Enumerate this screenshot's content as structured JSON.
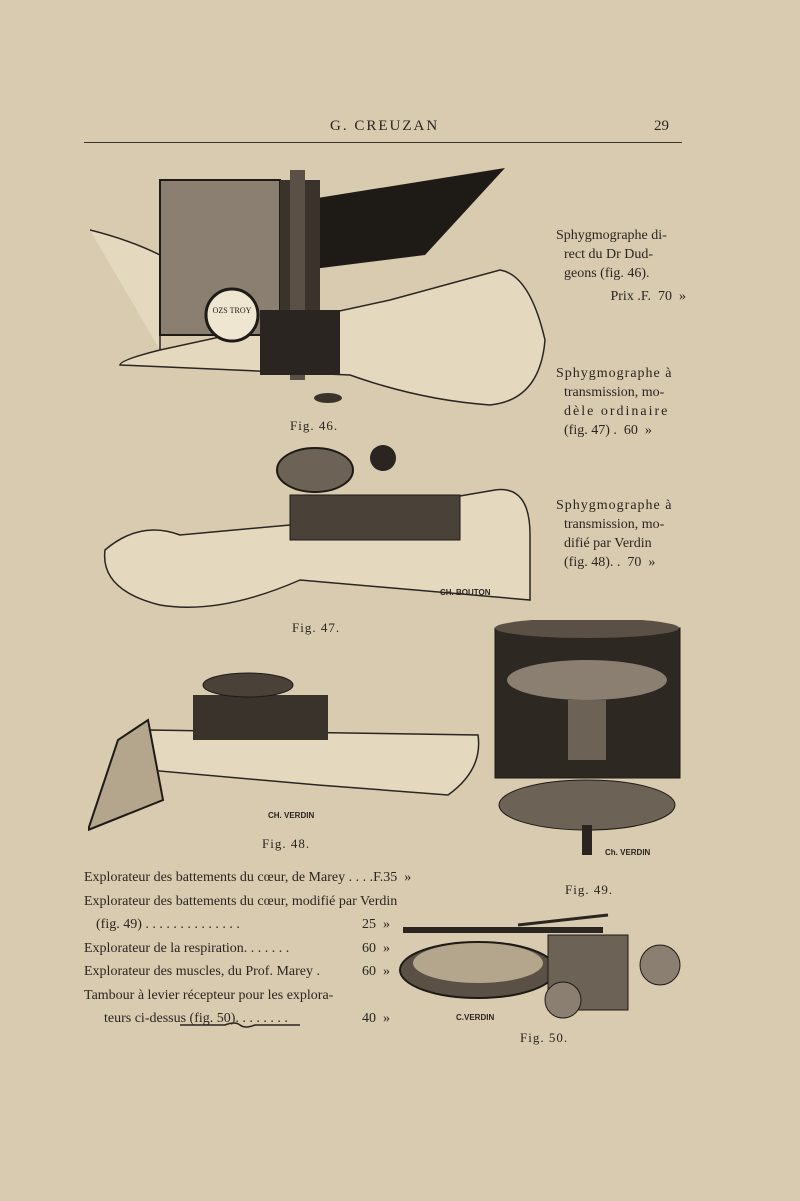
{
  "header": {
    "author": "G. CREUZAN",
    "page_number": "29"
  },
  "sidebar_entries": [
    {
      "lines": [
        "Sphygmographe di-",
        "rect du Dr Dud-",
        "geons (fig. 46)."
      ],
      "price": "Prix .F.  70  »"
    },
    {
      "lines": [
        "Sphygmographe à",
        "transmission, mo-",
        "dèle ordinaire"
      ],
      "price": "(fig. 47) .  60  »"
    },
    {
      "lines": [
        "Sphygmographe à",
        "transmission, mo-",
        "difié par Verdin"
      ],
      "price": "(fig. 48). .  70  »"
    }
  ],
  "figures": {
    "fig46": {
      "caption": "Fig. 46.",
      "dial_text": "OZS TROY"
    },
    "fig47": {
      "caption": "Fig. 47.",
      "signature": "CH. BOUTON"
    },
    "fig48": {
      "caption": "Fig. 48.",
      "signature": "CH. VERDIN"
    },
    "fig49": {
      "caption": "Fig. 49.",
      "signature": "Ch. VERDIN"
    },
    "fig50": {
      "caption": "Fig. 50.",
      "signature": "C.VERDIN"
    }
  },
  "price_list": [
    {
      "text": "Explorateur des battements du cœur, de Marey . . . .F.",
      "price": "35  »"
    },
    {
      "text": "Explorateur des battements du cœur, modifié par Verdin",
      "price": ""
    },
    {
      "text": "(fig. 49) . . . . . . . . . . . . . .",
      "price": "25  »"
    },
    {
      "text": "Explorateur de la respiration. . . . . . .",
      "price": "60  »"
    },
    {
      "text": "Explorateur des muscles, du Prof. Marey  .",
      "price": "60  »"
    },
    {
      "text": "Tambour à levier récepteur pour les explora-",
      "price": ""
    },
    {
      "text": "teurs ci-dessus (fig. 50). . . . . . . .",
      "price": "40  »"
    }
  ]
}
